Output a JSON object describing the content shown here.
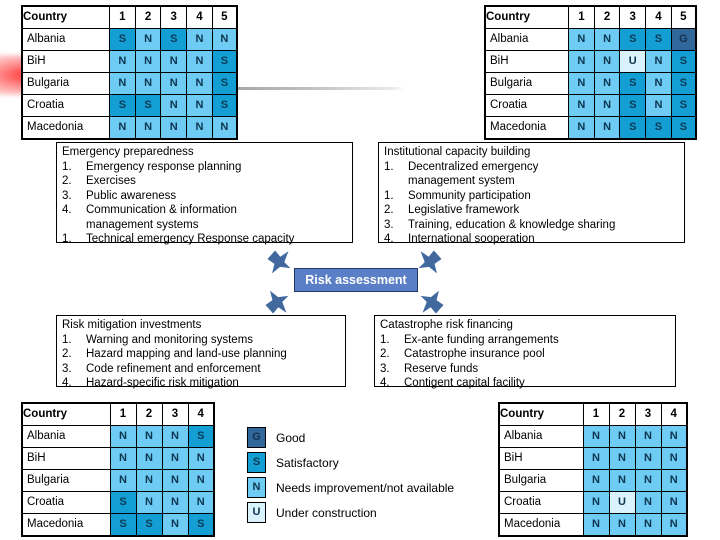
{
  "legend": {
    "items": [
      {
        "code": "G",
        "label": "Good",
        "color": "#31689c"
      },
      {
        "code": "S",
        "label": "Satisfactory",
        "color": "#139fd4"
      },
      {
        "code": "N",
        "label": "Needs improvement/not available",
        "color": "#6ecbf3"
      },
      {
        "code": "U",
        "label": "Under construction",
        "color": "#d9f2fb"
      }
    ]
  },
  "tables": {
    "top_left": {
      "headers": [
        "Country",
        "1",
        "2",
        "3",
        "4",
        "5"
      ],
      "rows": [
        {
          "country": "Albania",
          "values": [
            "S",
            "N",
            "S",
            "N",
            "N"
          ]
        },
        {
          "country": "BiH",
          "values": [
            "N",
            "N",
            "N",
            "N",
            "S"
          ]
        },
        {
          "country": "Bulgaria",
          "values": [
            "N",
            "N",
            "N",
            "N",
            "S"
          ]
        },
        {
          "country": "Croatia",
          "values": [
            "S",
            "S",
            "N",
            "N",
            "S"
          ]
        },
        {
          "country": "Macedonia",
          "values": [
            "N",
            "N",
            "N",
            "N",
            "N"
          ]
        }
      ]
    },
    "top_right": {
      "headers": [
        "Country",
        "1",
        "2",
        "3",
        "4",
        "5"
      ],
      "rows": [
        {
          "country": "Albania",
          "values": [
            "N",
            "N",
            "S",
            "S",
            "G"
          ]
        },
        {
          "country": "BiH",
          "values": [
            "N",
            "N",
            "U",
            "N",
            "S"
          ]
        },
        {
          "country": "Bulgaria",
          "values": [
            "N",
            "N",
            "S",
            "N",
            "S"
          ]
        },
        {
          "country": "Croatia",
          "values": [
            "N",
            "N",
            "S",
            "N",
            "S"
          ]
        },
        {
          "country": "Macedonia",
          "values": [
            "N",
            "N",
            "S",
            "S",
            "S"
          ]
        }
      ]
    },
    "bottom_left": {
      "headers": [
        "Country",
        "1",
        "2",
        "3",
        "4"
      ],
      "rows": [
        {
          "country": "Albania",
          "values": [
            "N",
            "N",
            "N",
            "S"
          ]
        },
        {
          "country": "BiH",
          "values": [
            "N",
            "N",
            "N",
            "N"
          ]
        },
        {
          "country": "Bulgaria",
          "values": [
            "N",
            "N",
            "N",
            "N"
          ]
        },
        {
          "country": "Croatia",
          "values": [
            "S",
            "N",
            "N",
            "N"
          ]
        },
        {
          "country": "Macedonia",
          "values": [
            "S",
            "S",
            "N",
            "S"
          ]
        }
      ]
    },
    "bottom_right": {
      "headers": [
        "Country",
        "1",
        "2",
        "3",
        "4"
      ],
      "rows": [
        {
          "country": "Albania",
          "values": [
            "N",
            "N",
            "N",
            "N"
          ]
        },
        {
          "country": "BiH",
          "values": [
            "N",
            "N",
            "N",
            "N"
          ]
        },
        {
          "country": "Bulgaria",
          "values": [
            "N",
            "N",
            "N",
            "N"
          ]
        },
        {
          "country": "Croatia",
          "values": [
            "N",
            "U",
            "N",
            "N"
          ]
        },
        {
          "country": "Macedonia",
          "values": [
            "N",
            "N",
            "N",
            "N"
          ]
        }
      ]
    }
  },
  "boxes": {
    "emergency_preparedness": {
      "title": "Emergency preparedness",
      "items": [
        {
          "num": "1.",
          "text": "Emergency response planning"
        },
        {
          "num": "2.",
          "text": "Exercises"
        },
        {
          "num": "3.",
          "text": "Public awareness"
        },
        {
          "num": "4.",
          "text": "Communication & information"
        },
        {
          "num": "",
          "text": "management systems",
          "continuation": true
        },
        {
          "num": "1.",
          "text": "Technical emergency  Response capacity"
        }
      ]
    },
    "institutional_capacity": {
      "title": "Institutional capacity building",
      "items": [
        {
          "num": "1.",
          "text": "Decentralized emergency"
        },
        {
          "num": "",
          "text": "management system",
          "continuation": true
        },
        {
          "num": "1.",
          "text": "Sommunity participation"
        },
        {
          "num": "2.",
          "text": "Legislative framework"
        },
        {
          "num": "3.",
          "text": "Training, education & knowledge sharing"
        },
        {
          "num": "4.",
          "text": "International sooperation"
        }
      ]
    },
    "risk_mitigation": {
      "title": "Risk mitigation investments",
      "items": [
        {
          "num": "1.",
          "text": "Warning and monitoring systems"
        },
        {
          "num": "2.",
          "text": "Hazard mapping and land-use planning"
        },
        {
          "num": "3.",
          "text": "Code refinement and enforcement"
        },
        {
          "num": "4.",
          "text": "Hazard-specific risk mitigation"
        }
      ]
    },
    "catastrophe_financing": {
      "title": "Catastrophe risk financing",
      "items": [
        {
          "num": "1.",
          "text": "Ex-ante funding arrangements"
        },
        {
          "num": "2.",
          "text": "Catastrophe insurance pool"
        },
        {
          "num": "3.",
          "text": "Reserve funds"
        },
        {
          "num": "4.",
          "text": "Contigent capital facility"
        }
      ]
    }
  },
  "center": {
    "label": "Risk assessment",
    "color": "#5b7fc7"
  }
}
